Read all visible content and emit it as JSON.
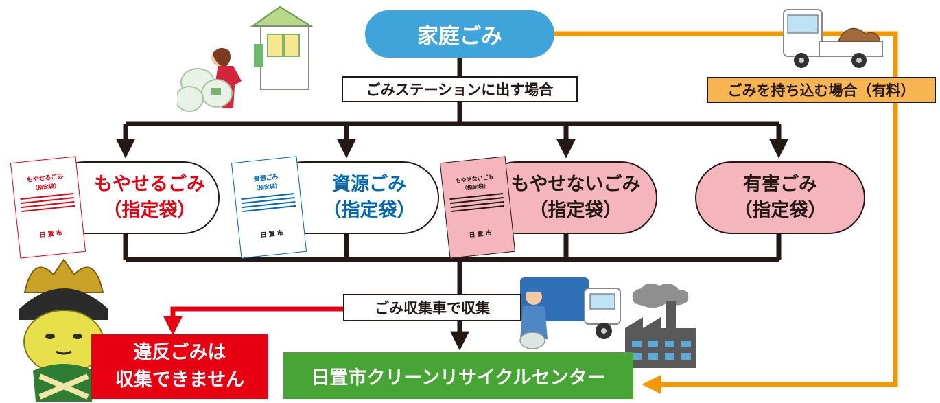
{
  "title": "家庭ごみ",
  "station_label": "ごみステーションに出す場合",
  "carry_in_label": "ごみを持ち込む場合（有料）",
  "categories": [
    {
      "name": "もやせるごみ",
      "sub": "（指定袋）",
      "color": "#e60012",
      "fill": "#ffffff"
    },
    {
      "name": "資源ごみ",
      "sub": "（指定袋）",
      "color": "#0068b7",
      "fill": "#ffffff"
    },
    {
      "name": "もやせないごみ",
      "sub": "（指定袋）",
      "color": "#231815",
      "fill": "#f5b5bd"
    },
    {
      "name": "有害ごみ",
      "sub": "（指定袋）",
      "color": "#231815",
      "fill": "#f5b5bd"
    }
  ],
  "bags": [
    {
      "title": "もやせるごみ",
      "sub": "（指定袋）",
      "city": "日 置 市",
      "color": "#e60012"
    },
    {
      "title": "資源ごみ",
      "sub": "（指定袋）",
      "city": "日 置 市",
      "color": "#0068b7"
    },
    {
      "title": "もやせないごみ",
      "sub": "（指定袋）",
      "city": "日 置 市",
      "color": "#231815"
    }
  ],
  "collection_label": "ごみ収集車で収集",
  "violation_line1": "違反ごみは",
  "violation_line2": "収集できません",
  "center_label": "日置市クリーンリサイクルセンター",
  "colors": {
    "title_blue": "#3fa4d9",
    "orange": "#f39800",
    "carry_fill": "#f8b551",
    "red": "#e60012",
    "green": "#46a535",
    "line": "#231815"
  }
}
